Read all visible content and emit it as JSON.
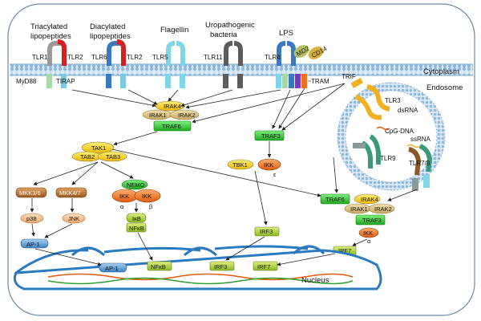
{
  "ligands": {
    "triacylated": [
      "Triacylated",
      "lipopeptides"
    ],
    "diacylated": [
      "Diacylated",
      "lipopeptides"
    ],
    "flagellin": "Flagellin",
    "uropathogenic": [
      "Uropathogenic",
      "bacteria"
    ],
    "lps": "LPS"
  },
  "receptors": {
    "tlr1": "TLR1",
    "tlr2a": "TLR2",
    "tlr6": "TLR6",
    "tlr2b": "TLR2",
    "tlr5": "TLR5",
    "tlr11": "TLR11",
    "tlr4": "TLR4",
    "tlr3": "TLR3",
    "tlr9": "TLR9",
    "tlr78": "TLR7/8"
  },
  "coreceptors": {
    "md2": "MD2",
    "cd14": "CD14"
  },
  "adaptors": {
    "myd88": "MyD88",
    "tirap": "TIRAP",
    "tram": "TRAM",
    "trif": "TRIF"
  },
  "compartments": {
    "cytoplasm": "Cytoplasm",
    "endosome": "Endosome",
    "nucleus": "Nucleus"
  },
  "endosome_ligands": {
    "dsrna": "dsRNA",
    "cpg": "CpG-DNA",
    "ssrna": "ssRNA"
  },
  "complex_myd88": {
    "irak4": "IRAK4",
    "irak1": "IRAK1",
    "irak2": "IRAK2",
    "traf6": "TRAF6"
  },
  "tak_complex": {
    "tak1": "TAK1",
    "tab2": "TAB2",
    "tab3": "TAB3"
  },
  "mapk": {
    "mkk36": "MKK3/6",
    "mkk47": "MKK4/7",
    "p38": "p38",
    "jnk": "JNK",
    "ap1": "AP-1"
  },
  "nfkb_path": {
    "nemo": "NEMO",
    "ikk1": "IKK",
    "ikk2": "IKK",
    "alpha": "α",
    "beta": "β",
    "ikb": "IκB",
    "nfkb": "NFκB"
  },
  "trif_path": {
    "traf3": "TRAF3",
    "tbk1": "TBK1",
    "ikk": "IKK",
    "epsilon": "ε",
    "irf3": "IRF3"
  },
  "endo_complex": {
    "traf6": "TRAF6",
    "irak4": "IRAK4",
    "irak1": "IRAK1",
    "irak2": "IRAK2",
    "traf3": "TRAF3",
    "ikk": "IKK",
    "alpha": "α",
    "irf7": "IRF7"
  },
  "nuclear_factors": {
    "ap1": "AP-1",
    "nfkb": "NFκB",
    "irf3": "IRF3",
    "irf7": "IRF7"
  },
  "colors": {
    "tlr1_red": "#d42020",
    "tlr_blue": "#3a78c0",
    "tlr_cyan": "#7fd6e8",
    "tlr11_gray": "#5c5c5c",
    "tlr3_orange": "#f0b020",
    "tlr9_teal": "#3a9a7a",
    "tlr78_brown": "#8a5a2a",
    "membrane": "#9ac0e0",
    "traf_green": "#33cc33",
    "tak_yellow": "#ffd21a",
    "mkk_brown": "#b07030",
    "ikk_orange": "#f07020",
    "nfkb_green": "#a8d040",
    "ap1_blue": "#4a90c8"
  }
}
